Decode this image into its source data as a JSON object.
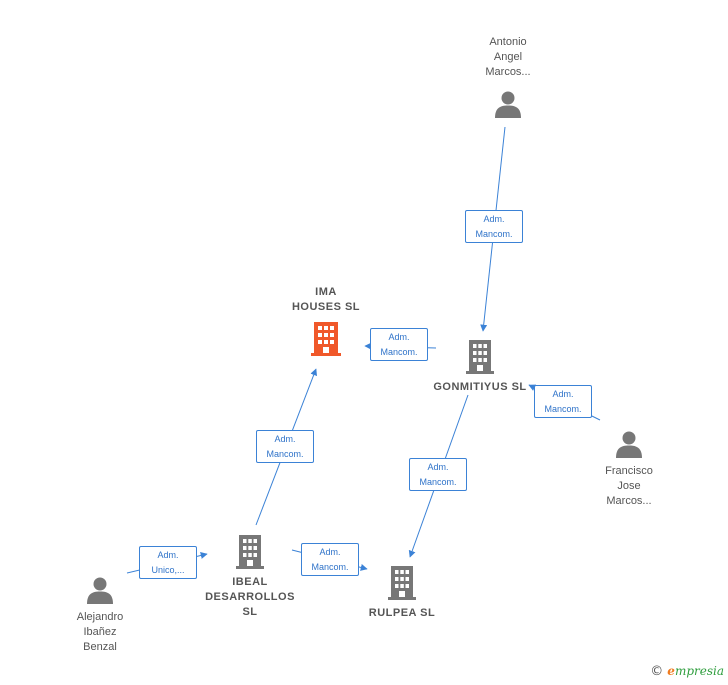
{
  "nodes": {
    "antonio": {
      "lines": [
        "Antonio",
        "Angel",
        "Marcos..."
      ],
      "kind": "person"
    },
    "ima": {
      "lines": [
        "IMA",
        "HOUSES  SL"
      ],
      "kind": "company-main"
    },
    "gonmitiyus": {
      "lines": [
        "GONMITIYUS SL"
      ],
      "kind": "company"
    },
    "francisco": {
      "lines": [
        "Francisco",
        "Jose",
        "Marcos..."
      ],
      "kind": "person"
    },
    "ibeal": {
      "lines": [
        "IBEAL",
        "DESARROLLOS",
        "SL"
      ],
      "kind": "company"
    },
    "rulpea": {
      "lines": [
        "RULPEA  SL"
      ],
      "kind": "company"
    },
    "alejandro": {
      "lines": [
        "Alejandro",
        "Ibañez",
        "Benzal"
      ],
      "kind": "person"
    }
  },
  "edges": {
    "antonio_gonmitiyus": [
      "Adm.",
      "Mancom."
    ],
    "gonmitiyus_ima": [
      "Adm.",
      "Mancom."
    ],
    "francisco_gonmitiyus": [
      "Adm.",
      "Mancom."
    ],
    "gonmitiyus_rulpea": [
      "Adm.",
      "Mancom."
    ],
    "ibeal_ima": [
      "Adm.",
      "Mancom."
    ],
    "ibeal_rulpea": [
      "Adm.",
      "Mancom."
    ],
    "alejandro_ibeal": [
      "Adm.",
      "Unico,..."
    ]
  },
  "brand": {
    "copyright": "©",
    "name_initial": "e",
    "name_rest": "mpresia"
  },
  "colors": {
    "edge": "#3b82d6",
    "person_icon": "#777777",
    "company_icon": "#777777",
    "main_company_icon": "#f0582a"
  }
}
